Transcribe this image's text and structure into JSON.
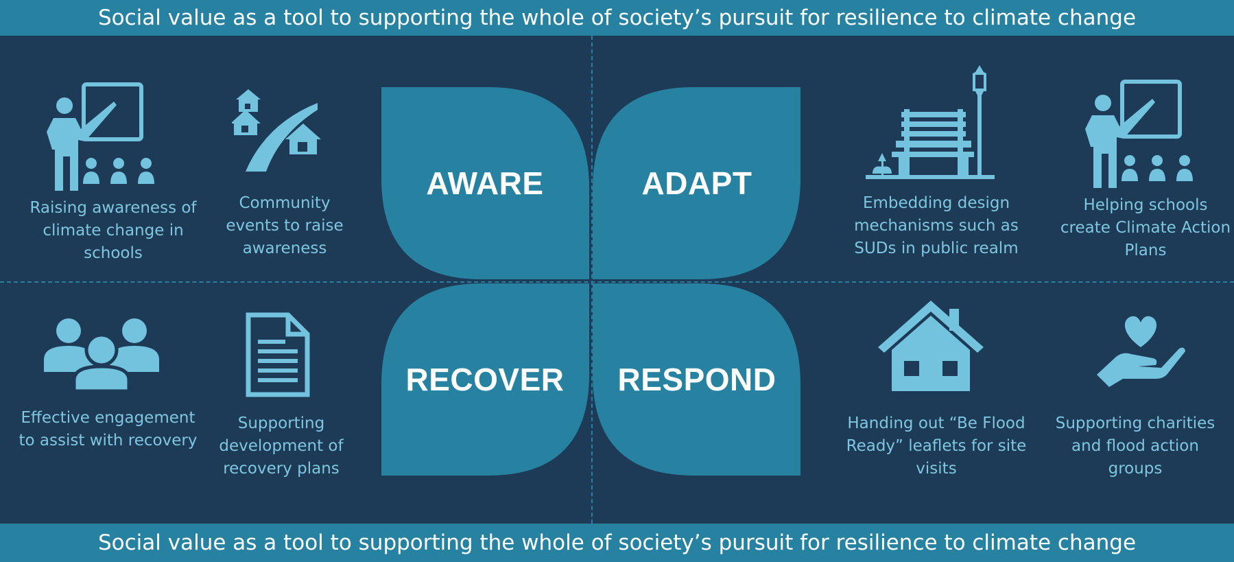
{
  "header": {
    "title": "Social value as a tool to supporting the whole of society’s pursuit for resilience to climate change"
  },
  "footer": {
    "title": "Social value as a tool to supporting the whole of society’s pursuit for resilience to climate change"
  },
  "colors": {
    "background": "#1d3a56",
    "banner": "#2781a0",
    "petal": "#2781a0",
    "icon": "#73c3de",
    "caption_text": "#7fc6df",
    "petal_text": "#ffffff"
  },
  "quadrants": {
    "aware": {
      "label": "AWARE"
    },
    "adapt": {
      "label": "ADAPT"
    },
    "recover": {
      "label": "RECOVER"
    },
    "respond": {
      "label": "RESPOND"
    }
  },
  "items": [
    {
      "icon": "teacher-presentation-icon",
      "caption": "Raising awareness of climate change in schools"
    },
    {
      "icon": "community-houses-icon",
      "caption": "Community events to raise awareness"
    },
    {
      "icon": "park-bench-lamp-icon",
      "caption": "Embedding design mechanisms such as SUDs in public realm"
    },
    {
      "icon": "teacher-presentation-icon",
      "caption": "Helping schools create Climate Action Plans"
    },
    {
      "icon": "people-group-icon",
      "caption": "Effective engagement to assist with recovery"
    },
    {
      "icon": "document-icon",
      "caption": "Supporting development of recovery plans"
    },
    {
      "icon": "house-icon",
      "caption": "Handing out “Be Flood Ready” leaflets for site visits"
    },
    {
      "icon": "heart-hand-icon",
      "caption": "Supporting charities and flood action groups"
    }
  ]
}
